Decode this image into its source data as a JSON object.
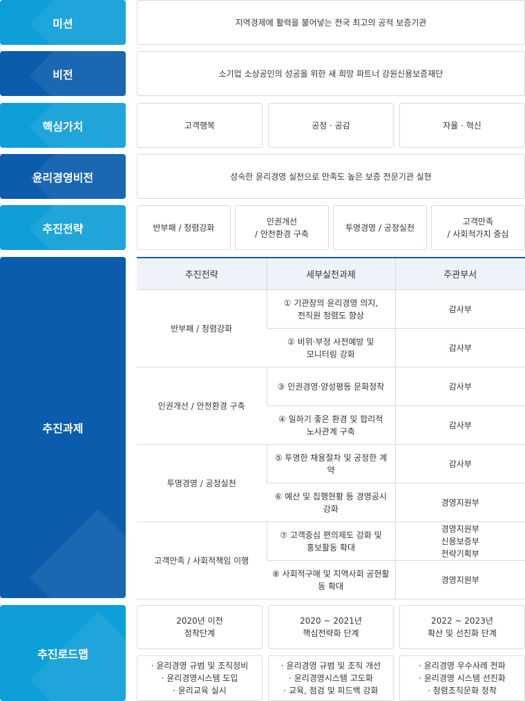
{
  "rows": {
    "mission": {
      "label": "미션",
      "text": "지역경제에 활력을 불어넣는 전국 최고의 공적 보증기관"
    },
    "vision": {
      "label": "비전",
      "text": "소기업 소상공인의 성공을 위한 새 희망 파트너 강원신용보증재단"
    },
    "core_values": {
      "label": "핵심가치",
      "items": [
        "고객행복",
        "공정 · 공감",
        "자율 · 혁신"
      ]
    },
    "ethics_vision": {
      "label": "윤리경영비전",
      "text": "성숙한 윤리경영 실천으로 만족도 높은 보증 전문기관 실현"
    },
    "strategies": {
      "label": "추진전략",
      "items": [
        "반부패 / 청렴강화",
        "인권개선\n/ 안전환경 구축",
        "투명경영 / 공정실천",
        "고객만족\n/ 사회적가치 중심"
      ]
    }
  },
  "tasks": {
    "label": "추진과제",
    "headers": [
      "추진전략",
      "세부실천과제",
      "주관부서"
    ],
    "groups": [
      {
        "strategy": "반부패 / 청렴강화",
        "items": [
          {
            "task": "① 기관장의 윤리경영 의지,\n전직원 청렴도 향상",
            "dept": "감사부"
          },
          {
            "task": "② 비위·부정 사전예방 및\n모니터링 강화",
            "dept": "감사부"
          }
        ]
      },
      {
        "strategy": "인권개선 / 안전환경 구축",
        "items": [
          {
            "task": "③ 인권경영·양성평등 문화정착",
            "dept": "감사부"
          },
          {
            "task": "④ 일하기 좋은 환경 및 합리적\n노사관계 구축",
            "dept": "감사부"
          }
        ]
      },
      {
        "strategy": "투명경영 / 공정실천",
        "items": [
          {
            "task": "⑤ 투명한 채용절차 및 공정한 계약",
            "dept": "감사부"
          },
          {
            "task": "⑥ 예산 및 집행현황 등 경영공시\n강화",
            "dept": "경영지원부"
          }
        ]
      },
      {
        "strategy": "고객만족 / 사회적책임 이행",
        "items": [
          {
            "task": "⑦ 고객중심 편의제도 강화 및\n홍보활동 확대",
            "dept": "경영지원부\n신용보증부\n전략기획부"
          },
          {
            "task": "⑧ 사회적구매 및 지역사회 공헌활\n동 확대",
            "dept": "경영지원부"
          }
        ]
      }
    ]
  },
  "roadmap": {
    "label": "추진로드맵",
    "stages": [
      {
        "title": "2020년 이전\n정착단계",
        "details": "· 윤리경영 규범 및 조직정비\n· 윤리경영시스템 도입\n· 윤리교육 실시"
      },
      {
        "title": "2020 ~ 2021년\n핵심전략화 단계",
        "details": "· 윤리경영 규범 및 조직 개선\n· 윤리경영시스템 고도화\n· 교육, 점검 및 피드백 강화"
      },
      {
        "title": "2022 ~ 2023년\n확산 및 선진화 단계",
        "details": "· 윤리경영 우수사례 전파\n· 윤리경영 시스템 선진화\n· 청렴조직문화 정착"
      }
    ]
  },
  "colors": {
    "light_blue": "#0f9fd8",
    "dark_blue": "#0b5cad"
  }
}
